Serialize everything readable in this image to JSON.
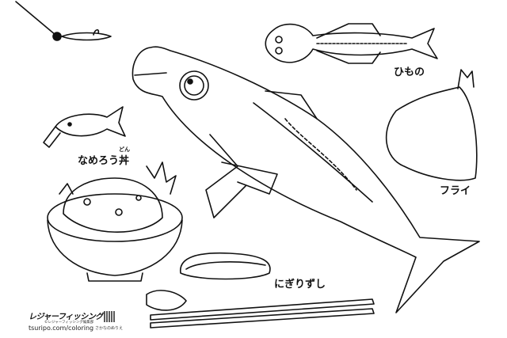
{
  "labels": {
    "himono": "ひもの",
    "fry": "フライ",
    "namerou_don": "なめろう丼",
    "don_ruby": "どん",
    "nigiri": "にぎりずし"
  },
  "footer": {
    "brand": "レジャーフィッシング",
    "copyright": "©レジャーフィッシング編集部",
    "url": "tsuripo.com/coloring",
    "qr_caption": "さかなのぬりえ"
  },
  "colors": {
    "line": "#111111",
    "background": "#ffffff"
  }
}
